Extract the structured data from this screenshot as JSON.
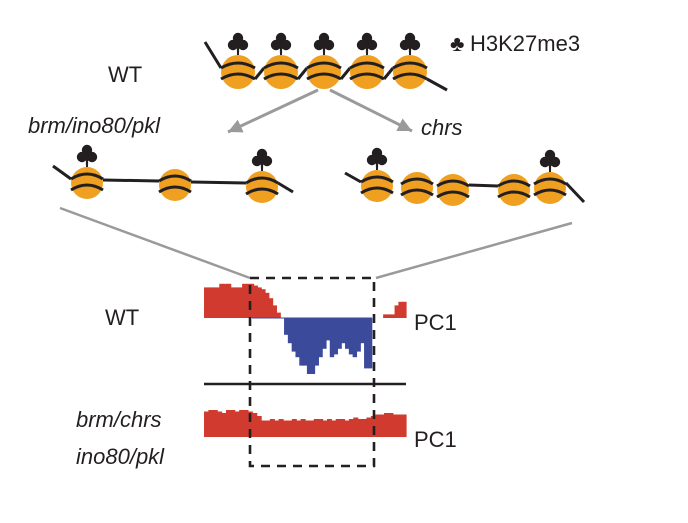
{
  "colors": {
    "nucleosome": "#f0a020",
    "dna": "#231f20",
    "mark": "#231f20",
    "arrow": "#9a9a9a",
    "pc1_positive": "#d13a2e",
    "pc1_negative": "#3b4a9a",
    "box": "#231f20"
  },
  "legend": {
    "mark_icon": "club-icon",
    "mark_glyph": "♣",
    "mark_label": "H3K27me3"
  },
  "top": {
    "wt_label": "WT",
    "nucleosome_count": 5,
    "all_marked": true
  },
  "mutants": {
    "left_label": "brm/ino80/pkl",
    "right_label": "chrs",
    "left_marks": [
      true,
      false,
      true
    ],
    "right_marks": [
      true,
      false,
      false,
      false,
      true
    ]
  },
  "tracks": {
    "wt": {
      "label": "WT",
      "track_label": "PC1",
      "profile": [
        0.85,
        0.85,
        0.85,
        0.85,
        0.95,
        0.95,
        0.95,
        0.85,
        0.85,
        0.85,
        0.95,
        0.95,
        0.95,
        0.9,
        0.85,
        0.8,
        0.7,
        0.55,
        0.35,
        0.15,
        0.0,
        -0.3,
        -0.45,
        -0.6,
        -0.7,
        -0.85,
        -0.85,
        -1.0,
        -1.0,
        -0.85,
        -0.7,
        -0.55,
        -0.4,
        -0.7,
        -0.65,
        -0.55,
        -0.45,
        -0.55,
        -0.65,
        -0.7,
        -0.6,
        -0.45,
        -0.9,
        -0.9,
        0.0,
        0.0,
        0.0,
        0.1,
        0.1,
        0.1,
        0.35,
        0.45,
        0.45
      ]
    },
    "mutant": {
      "label_line1": "brm/chrs",
      "label_line2": "ino80/pkl",
      "track_label": "PC1",
      "profile": [
        0.85,
        0.9,
        0.9,
        0.85,
        0.8,
        0.9,
        0.9,
        0.85,
        0.9,
        0.9,
        0.85,
        0.8,
        0.7,
        0.55,
        0.55,
        0.6,
        0.55,
        0.6,
        0.55,
        0.55,
        0.6,
        0.55,
        0.6,
        0.55,
        0.55,
        0.6,
        0.6,
        0.55,
        0.6,
        0.55,
        0.6,
        0.6,
        0.55,
        0.6,
        0.65,
        0.6,
        0.6,
        0.65,
        0.7,
        0.75,
        0.75,
        0.8,
        0.8,
        0.75,
        0.75,
        0.75
      ]
    }
  }
}
